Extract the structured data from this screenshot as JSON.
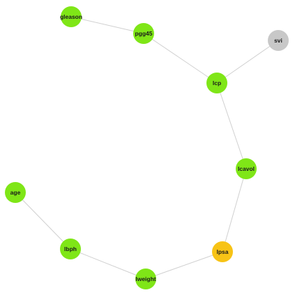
{
  "colors": {
    "background": "#ffffff",
    "edge": "#d0d0d0",
    "node_green": "#7fe617",
    "node_gold": "#f7c316",
    "node_gray": "#c8c8c8",
    "label": "#1a1a1a"
  },
  "graph": {
    "nodes": [
      {
        "id": "gleason",
        "label": "gleason",
        "color": "#7fe617"
      },
      {
        "id": "pgg45",
        "label": "pgg45",
        "color": "#7fe617"
      },
      {
        "id": "svi",
        "label": "svi",
        "color": "#c8c8c8"
      },
      {
        "id": "lcp",
        "label": "lcp",
        "color": "#7fe617"
      },
      {
        "id": "lcavol",
        "label": "lcavol",
        "color": "#7fe617"
      },
      {
        "id": "age",
        "label": "age",
        "color": "#7fe617"
      },
      {
        "id": "lbph",
        "label": "lbph",
        "color": "#7fe617"
      },
      {
        "id": "lpsa",
        "label": "lpsa",
        "color": "#f7c316"
      },
      {
        "id": "lweight",
        "label": "lweight",
        "color": "#7fe617"
      }
    ],
    "edges": [
      {
        "source": "gleason",
        "target": "pgg45"
      },
      {
        "source": "pgg45",
        "target": "lcp"
      },
      {
        "source": "svi",
        "target": "lcp"
      },
      {
        "source": "lcp",
        "target": "lcavol"
      },
      {
        "source": "lcavol",
        "target": "lpsa"
      },
      {
        "source": "lpsa",
        "target": "lweight"
      },
      {
        "source": "lweight",
        "target": "lbph"
      },
      {
        "source": "lbph",
        "target": "age"
      }
    ]
  }
}
